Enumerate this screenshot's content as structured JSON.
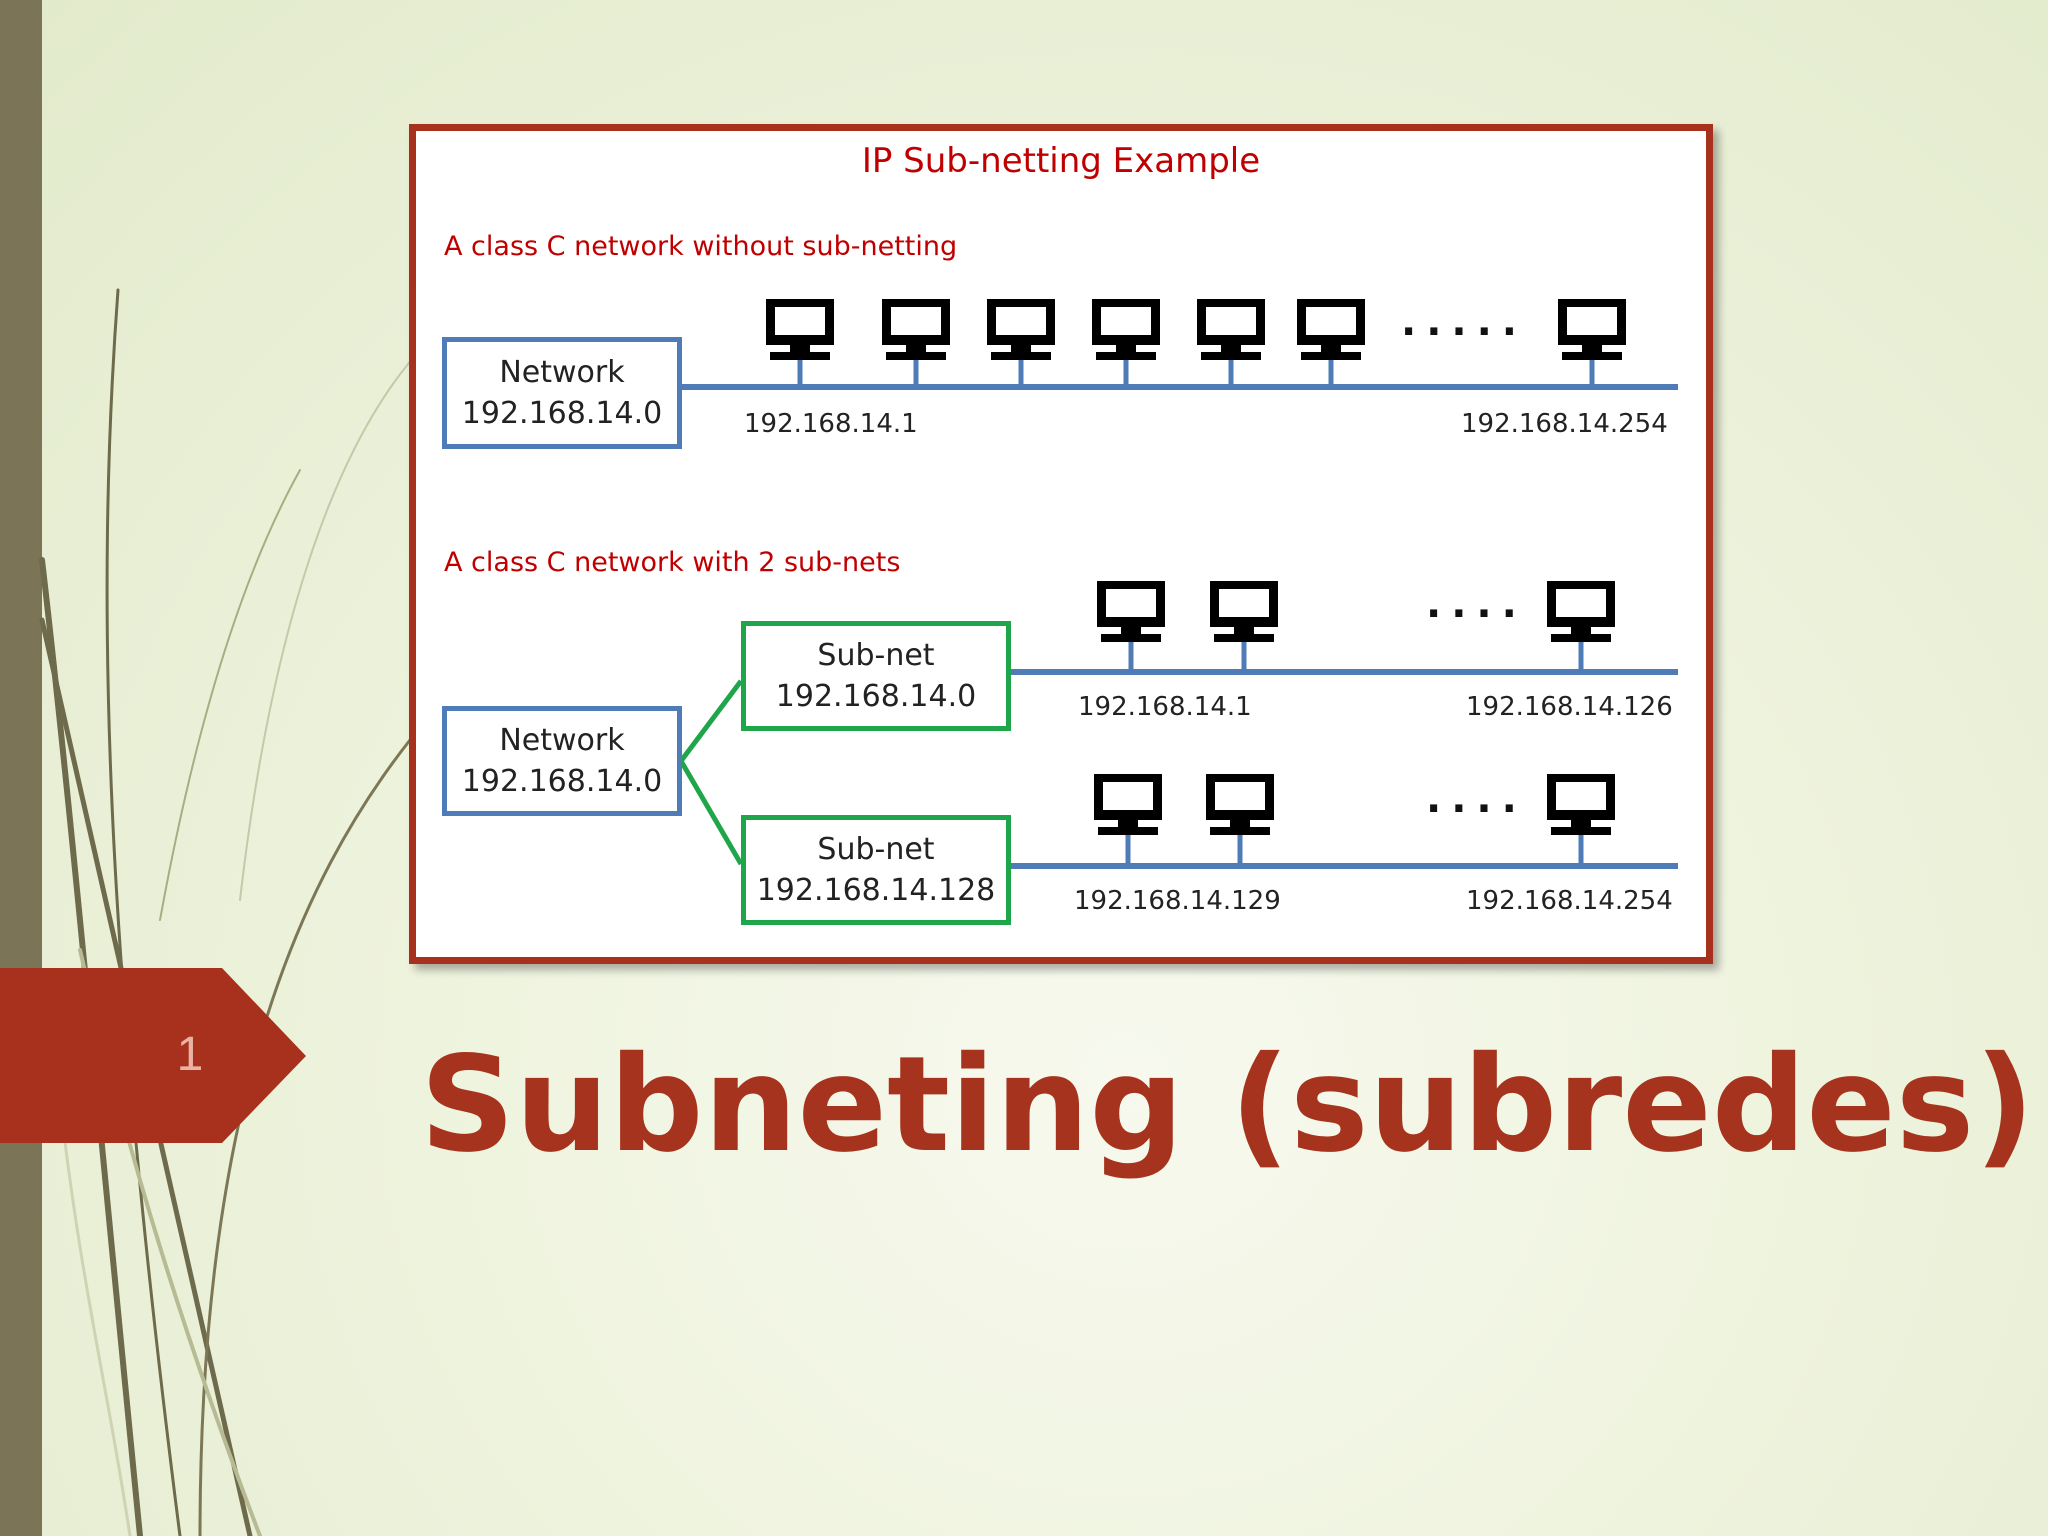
{
  "slide": {
    "number": "1",
    "title": "Subneting (subredes)",
    "accent_color": "#a5331d",
    "sidebar_color": "#7b7457"
  },
  "figure": {
    "title": "IP Sub-netting Example",
    "border_color": "#a8311d",
    "top_section": {
      "label": "A class C network without sub-netting",
      "network_box": {
        "line1": "Network",
        "line2": "192.168.14.0"
      },
      "ip_first": "192.168.14.1",
      "ip_last": "192.168.14.254",
      "ellipsis": ".....",
      "computer_icon": "desktop-computer-icon"
    },
    "bottom_section": {
      "label": "A class C network with 2 sub-nets",
      "network_box": {
        "line1": "Network",
        "line2": "192.168.14.0"
      },
      "subnet_a": {
        "line1": "Sub-net",
        "line2": "192.168.14.0",
        "ip_first": "192.168.14.1",
        "ip_last": "192.168.14.126",
        "ellipsis": "...."
      },
      "subnet_b": {
        "line1": "Sub-net",
        "line2": "192.168.14.128",
        "ip_first": "192.168.14.129",
        "ip_last": "192.168.14.254",
        "ellipsis": "...."
      }
    },
    "colors": {
      "network_line": "#4f7cb6",
      "subnet_border": "#20a64a",
      "label_text": "#c00000"
    }
  }
}
